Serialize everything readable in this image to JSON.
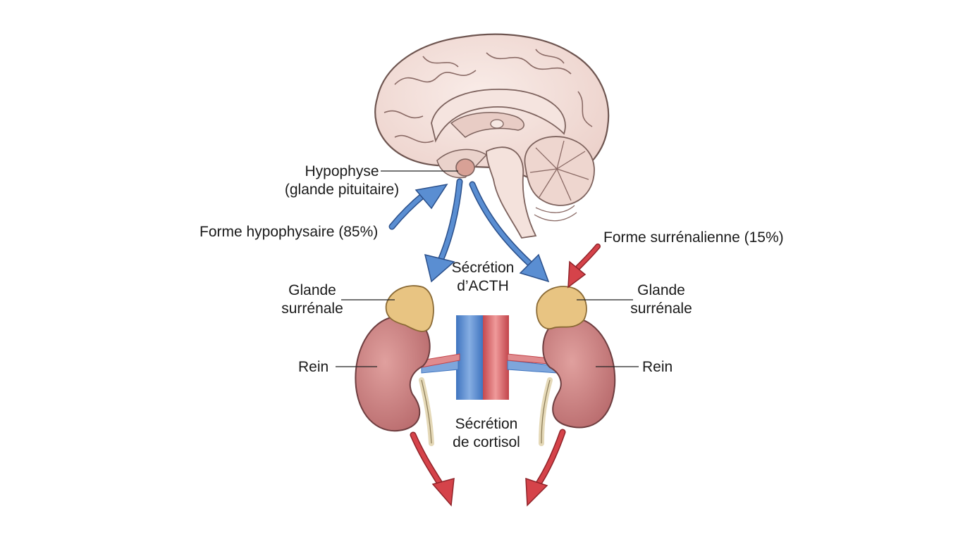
{
  "labels": {
    "pituitary": [
      "Hypophyse",
      "(glande pituitaire)"
    ],
    "pituitary_form": "Forme hypophysaire (85%)",
    "adrenal_form": "Forme surrénalienne (15%)",
    "acth": [
      "Sécrétion",
      "d’ACTH"
    ],
    "adrenal_left": [
      "Glande",
      "surrénale"
    ],
    "adrenal_right": [
      "Glande",
      "surrénale"
    ],
    "kidney_left": "Rein",
    "kidney_right": "Rein",
    "cortisol": [
      "Sécrétion",
      "de cortisol"
    ]
  },
  "colors": {
    "acth_arrow": "#4a7fc1",
    "cortisol_arrow": "#d5434a",
    "brain": "#f2ddd7",
    "kidney": "#c97b7b",
    "adrenal": "#e8c482",
    "vein": "#5b8fd0",
    "artery": "#d45a5e"
  }
}
